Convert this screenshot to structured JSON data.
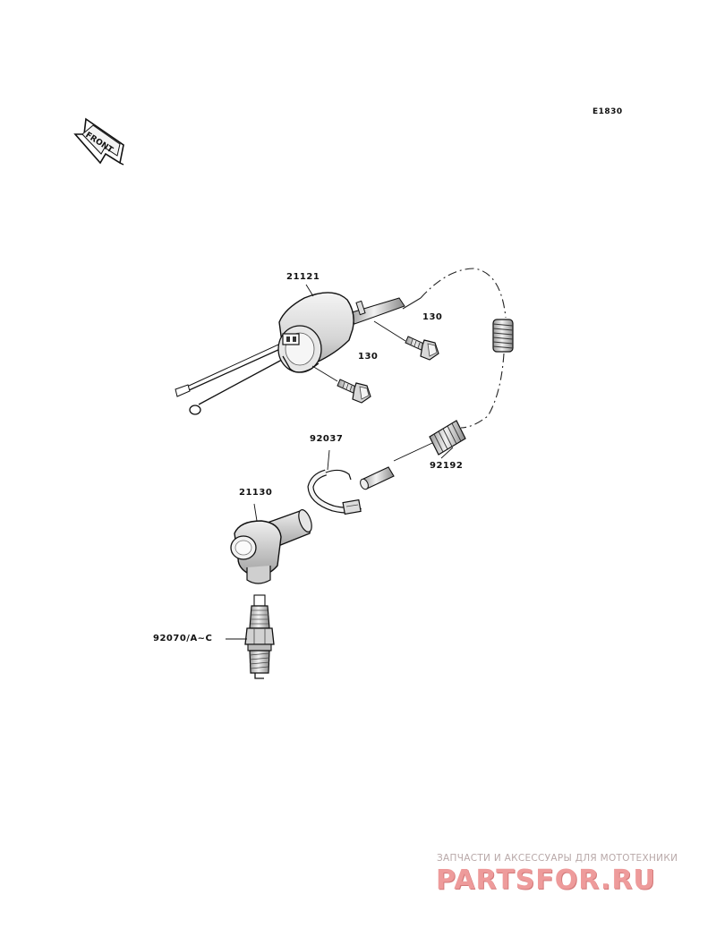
{
  "diagram_code": "E1830",
  "front_indicator": "FRONT",
  "parts": [
    {
      "id": "ignition-coil",
      "label": "21121"
    },
    {
      "id": "coil-bolt-upper",
      "label": "130"
    },
    {
      "id": "coil-bolt-lower",
      "label": "130"
    },
    {
      "id": "clamp",
      "label": "92037"
    },
    {
      "id": "spring",
      "label": "92192"
    },
    {
      "id": "plug-cap",
      "label": "21130"
    },
    {
      "id": "spark-plug",
      "label": "92070/A~C"
    }
  ],
  "watermark": {
    "subtitle": "ЗАПЧАСТИ И АКСЕССУАРЫ ДЛЯ МОТОТЕХНИКИ",
    "brand": "PARTSFOR.RU"
  }
}
